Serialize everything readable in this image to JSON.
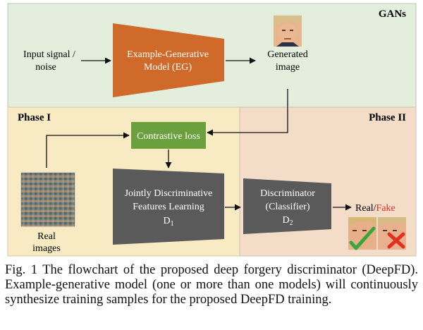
{
  "panels": {
    "gans_title": "GANs",
    "phase1_title": "Phase I",
    "phase2_title": "Phase II"
  },
  "labels": {
    "input_line1": "Input signal /",
    "input_line2": "noise",
    "eg_line1": "Example-Generative",
    "eg_line2": "Model (EG)",
    "generated_line1": "Generated",
    "generated_line2": "image",
    "contrastive_loss": "Contrastive loss",
    "jd_line1": "Jointly Discriminative",
    "jd_line2": "Features Learning",
    "jd_line3_main": "D",
    "jd_line3_sub": "1",
    "disc_line1": "Discriminator",
    "disc_line2": "(Classifier)",
    "disc_line3_main": "D",
    "disc_line3_sub": "2",
    "real_label": "Real",
    "slash": "/",
    "fake_label": "Fake",
    "real_images_line1": "Real",
    "real_images_line2": "images"
  },
  "caption": "Fig. 1   The flowchart of the proposed deep forgery discriminator (DeepFD). Example-generative model (one or more than one models) will continuously synthesize training samples for the proposed DeepFD training.",
  "colors": {
    "gans_bg": "#e4eedc",
    "phase1_bg": "#f8ebc4",
    "phase2_bg": "#f3dcc8",
    "eg_box": "#cf6a2b",
    "contrastive_box": "#6aa03e",
    "dark_box": "#5a5a5a",
    "fake_red": "#e0301e"
  },
  "icons": [
    "generated-face-image",
    "real-images-grid",
    "real-face-check-icon",
    "fake-face-cross-icon"
  ]
}
